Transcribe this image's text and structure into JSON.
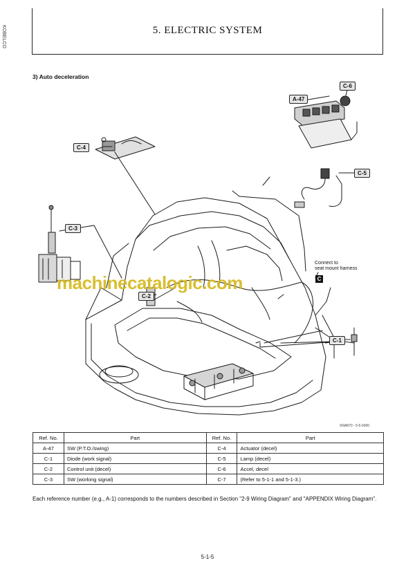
{
  "header": {
    "title": "5. ELECTRIC SYSTEM",
    "edge_mark": "KOBELCO"
  },
  "section": {
    "heading": "3)  Auto deceleration"
  },
  "diagram": {
    "callouts": {
      "a47": "A-47",
      "c6": "C-6",
      "c4": "C-4",
      "c5": "C-5",
      "c3": "C-3",
      "c2": "C-2",
      "c1": "C-1"
    },
    "connect_note_line1": "Connect to",
    "connect_note_line2": "seat mount harness",
    "connect_badge": "C",
    "figure_code": "SNA870 - 5-5-6000"
  },
  "watermark": "machinecatalogic.com",
  "table": {
    "headers": {
      "ref": "Ref. No.",
      "part": "Part"
    },
    "rows": [
      {
        "ref1": "A-47",
        "part1": "SW (P.T.O./swing)",
        "ref2": "C-4",
        "part2": "Actuator (decel)"
      },
      {
        "ref1": "C-1",
        "part1": "Diode (work signal)",
        "ref2": "C-5",
        "part2": "Lamp (decel)"
      },
      {
        "ref1": "C-2",
        "part1": "Control unit (decel)",
        "ref2": "C-6",
        "part2": "Accel, decel"
      },
      {
        "ref1": "C-3",
        "part1": "SW (working signal)",
        "ref2": "C-7",
        "part2": "(Refer to 5-1-1 and 5-1-3.)"
      }
    ]
  },
  "note": "Each reference number (e.g., A-1) corresponds to the numbers described in Section \"2-9 Wiring Diagram\" and \"APPENDIX Wiring Diagram\".",
  "page_number": "5-1-5"
}
